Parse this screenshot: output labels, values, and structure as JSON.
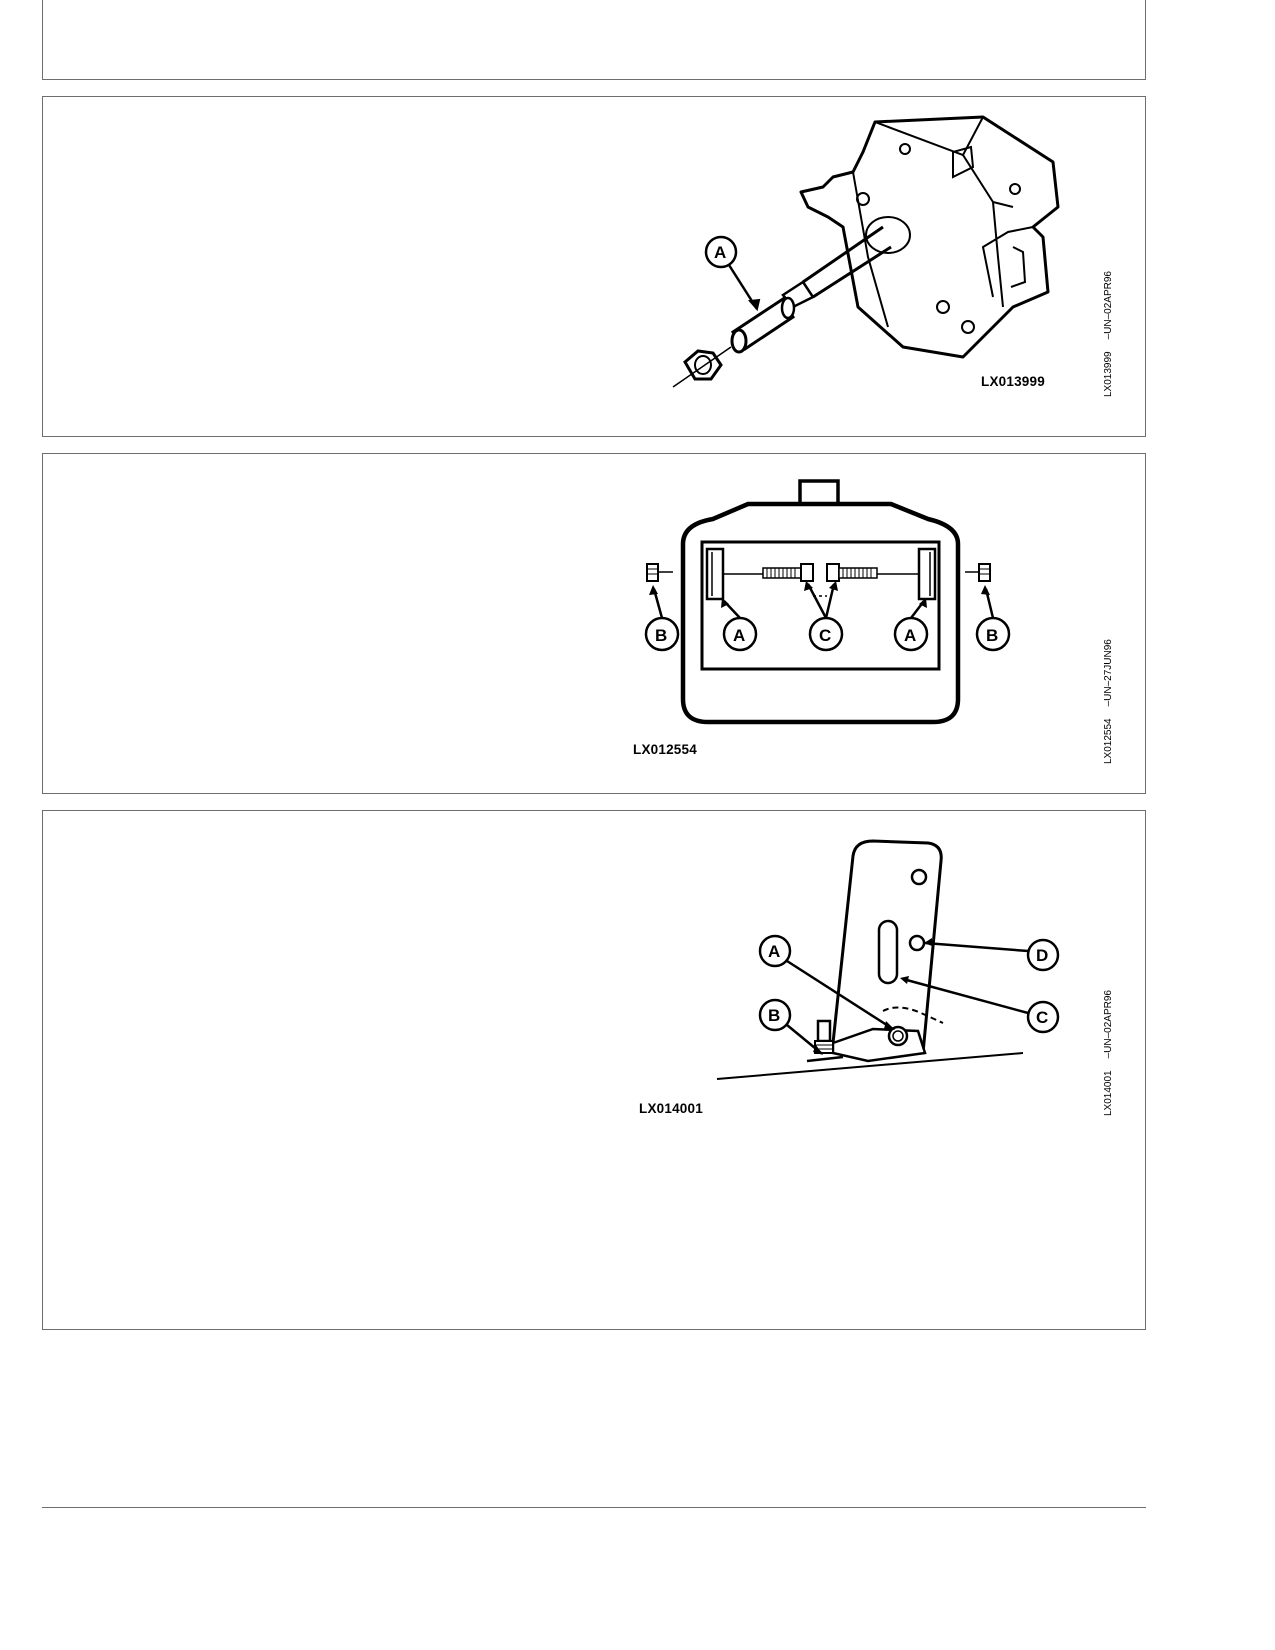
{
  "figures": [
    {
      "label": "LX013999",
      "side_code": "LX013999",
      "side_date": "–UN–02APR96",
      "callouts": [
        "A"
      ]
    },
    {
      "label": "LX012554",
      "side_code": "LX012554",
      "side_date": "–UN–27JUN96",
      "callouts": [
        "B",
        "A",
        "C",
        "A",
        "B"
      ]
    },
    {
      "label": "LX014001",
      "side_code": "LX014001",
      "side_date": "–UN–02APR96",
      "callouts": [
        "A",
        "B",
        "C",
        "D"
      ]
    }
  ]
}
